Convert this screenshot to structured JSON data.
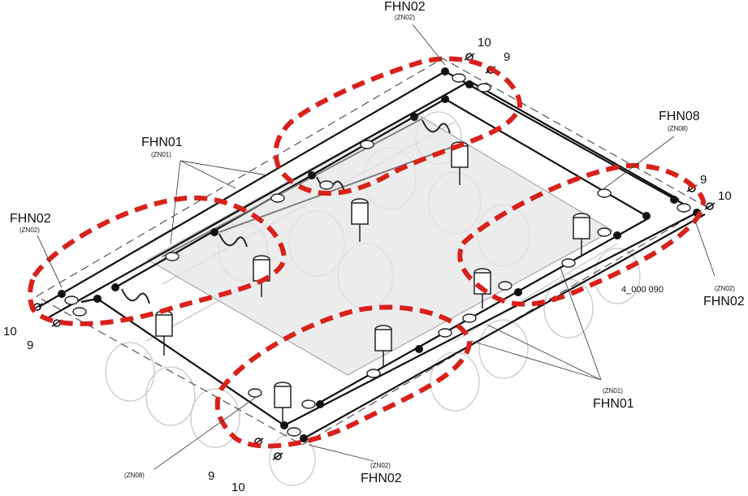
{
  "document_id": "4_000 090",
  "colors": {
    "zone_outline": "#d8211b",
    "line": "#111111",
    "platform_fill": "#e9e9e9",
    "wheel_stroke": "#c8c8c8"
  },
  "callouts": {
    "fhn02_top": {
      "code": "FHN02",
      "zone": "(ZN02)"
    },
    "fhn01_upper": {
      "code": "FHN01",
      "zone": "(ZN01)"
    },
    "fhn08_right": {
      "code": "FHN08",
      "zone": "(ZN08)"
    },
    "fhn02_left": {
      "code": "FHN02",
      "zone": "(ZN02)"
    },
    "fhn02_right": {
      "code": "FHN02",
      "zone": "(ZN02)"
    },
    "fhn01_lower": {
      "code": "FHN01",
      "zone": "(ZN01)"
    },
    "fhn02_bottom": {
      "code": "FHN02",
      "zone": "(ZN02)"
    },
    "zn08_bottom": {
      "zone": "(ZN08)"
    }
  },
  "connector_labels": {
    "top_10": "10",
    "top_9": "9",
    "right_9": "9",
    "right_10": "10",
    "left_10": "10",
    "left_9": "9",
    "bottom_9": "9",
    "bottom_10": "10"
  }
}
